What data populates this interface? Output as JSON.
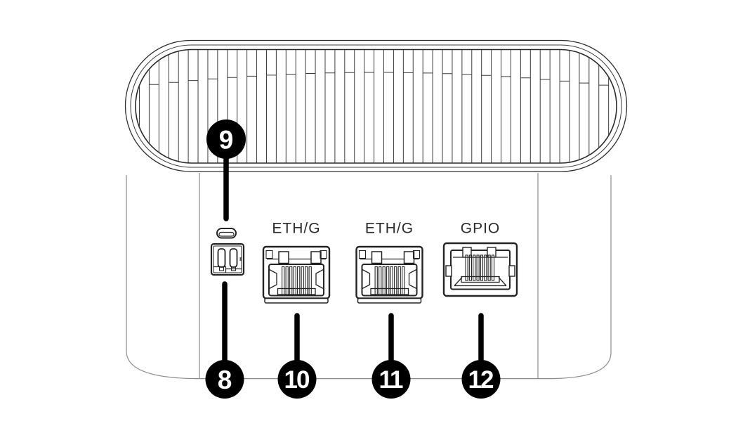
{
  "figure": {
    "ports": [
      {
        "label": "ETH/G",
        "callout": "10"
      },
      {
        "label": "ETH/G",
        "callout": "11"
      },
      {
        "label": "GPIO",
        "callout": "12"
      }
    ],
    "callouts": {
      "power_connector": "8",
      "kensington_slot": "9",
      "eth_port_1": "10",
      "eth_port_2": "11",
      "gpio_port": "12"
    },
    "colors": {
      "background": "#ffffff",
      "outline": "#2f2f2f",
      "panel_line": "#8b8b8b",
      "callout_fill": "#000000",
      "callout_text": "#ffffff",
      "label_text": "#2b2b2b"
    }
  }
}
